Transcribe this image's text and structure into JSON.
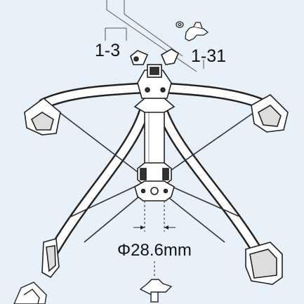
{
  "diagram": {
    "part_labels": {
      "upper_assembly": "1-3",
      "wing_screw": "1-31"
    },
    "dimension": {
      "diameter_label": "Φ28.6mm"
    }
  }
}
